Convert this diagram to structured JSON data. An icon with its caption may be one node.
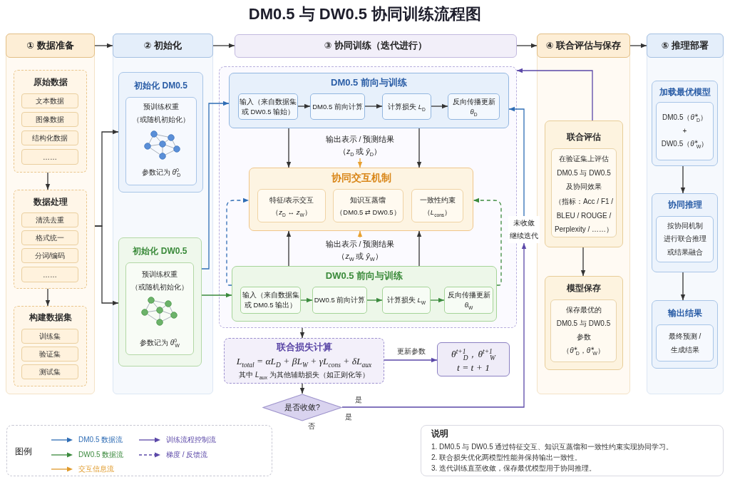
{
  "diagram": {
    "title": "DM0.5 与 DW0.5 协同训练流程图",
    "nodes": [
      {
        "text": [
          "① 数据准备"
        ]
      },
      {
        "text": [
          "原始数据"
        ],
        "in": 0
      },
      {
        "text": [
          "文本数据"
        ],
        "in": 1
      },
      {
        "text": [
          "图像数据"
        ],
        "in": 1
      },
      {
        "text": [
          "结构化数据"
        ],
        "in": 1
      },
      {
        "text": [
          "……"
        ],
        "in": 1
      },
      {
        "text": [
          "数据处理"
        ],
        "in": 0
      },
      {
        "text": [
          "清洗去重"
        ],
        "in": 6
      },
      {
        "text": [
          "格式统一"
        ],
        "in": 6
      },
      {
        "text": [
          "分词/编码"
        ],
        "in": 6
      },
      {
        "text": [
          "……"
        ],
        "in": 6
      },
      {
        "text": [
          "构建数据集"
        ],
        "in": 0
      },
      {
        "text": [
          "训练集"
        ],
        "in": 11
      },
      {
        "text": [
          "验证集"
        ],
        "in": 11
      },
      {
        "text": [
          "测试集"
        ],
        "in": 11
      },
      {
        "text": [
          "② 初始化"
        ]
      },
      {
        "text": [
          "初始化 DM0.5"
        ],
        "in": 15
      },
      {
        "text": [
          "预训练权重（或随机初始化）",
          "参数记为 *θ*$^{0}$$_{D}$"
        ],
        "in": 16
      },
      {
        "text": [
          "初始化 DW0.5"
        ],
        "in": 15
      },
      {
        "text": [
          "预训练权重（或随机初始化）",
          "参数记为 *θ*$^{0}$$_{W}$"
        ],
        "in": 18
      },
      {
        "text": [
          "③ 协同训练（迭代进行）"
        ]
      },
      {
        "text": [],
        "shape": "box"
      },
      {
        "text": [
          "DM0.5 前向与训练"
        ],
        "in": 21
      },
      {
        "text": [
          "输入（来自数据集或 DW0.5 输始）"
        ],
        "in": 22
      },
      {
        "text": [
          "DM0.5 前向计算"
        ],
        "in": 22
      },
      {
        "text": [
          "计算损失 *L*$_{D}$"
        ],
        "in": 22
      },
      {
        "text": [
          "反向传播更新 *θ*$_{D}$"
        ],
        "in": 22
      },
      {
        "text": [
          "输出表示 / 预测结果（*z*$_{D}$ 或 *ŷ*$_{D}$）"
        ],
        "in": 21
      },
      {
        "text": [
          "协同交互机制"
        ],
        "in": 21
      },
      {
        "text": [
          "特征/表示交互（*z*$_{D}$ ↔ *z*$_{W}$）"
        ],
        "in": 28
      },
      {
        "text": [
          "知识互蒸馏（DM0.5 ⇄ DW0.5）"
        ],
        "in": 28
      },
      {
        "text": [
          "一致性约束（*L*$_{cons}$）"
        ],
        "in": 28
      },
      {
        "text": [
          "输出表示 / 预测结果（*z*$_{W}$ 或 *ŷ*$_{W}$）"
        ],
        "in": 21
      },
      {
        "text": [
          "DW0.5 前向与训练"
        ],
        "in": 21
      },
      {
        "text": [
          "输入（来自数据集或 DM0.5 输出）"
        ],
        "in": 33
      },
      {
        "text": [
          "DW0.5 前向计算"
        ],
        "in": 33
      },
      {
        "text": [
          "计算损失 *L*$_{W}$"
        ],
        "in": 33
      },
      {
        "text": [
          "反向传播更新 *θ*$_{W}$"
        ],
        "in": 33
      },
      {
        "text": [
          "未收敛继续迭代"
        ]
      },
      {
        "text": [
          "联合损失计算",
          "L$_{total}$ = αL$_{D}$ + βL$_{W}$ + γL$_{cons}$ + δL$_{aux}$",
          "其中 *L*$_{aux}$ 为其他辅助损失（如正则化等）"
        ]
      },
      {
        "text": [
          "θ$^{t+1}$$_{D}$，θ$^{t+1}$$_{W}$",
          "t = t + 1"
        ]
      },
      {
        "text": [
          "是否收敛?"
        ],
        "beside": [
          "否"
        ]
      },
      {
        "text": [
          "④ 联合评估与保存"
        ]
      },
      {
        "text": [
          "联合评估"
        ],
        "in": 42
      },
      {
        "text": [
          "在验证集上评估 DM0.5 与 DW0.5 及协同效果",
          "（指标：Acc / F1 / BLEU / ROUGE / Perplexity / ……）"
        ],
        "in": 43
      },
      {
        "text": [
          "模型保存"
        ],
        "in": 42
      },
      {
        "text": [
          "保存最优的 DM0.5 与 DW0.5 参数",
          "（*θ*$^{∗}$$_{D}$，*θ*$^{∗}$$_{W}$）"
        ],
        "in": 45
      },
      {
        "text": [
          "⑤ 推理部署"
        ]
      },
      {
        "text": [
          "加载最优模型"
        ],
        "in": 47
      },
      {
        "text": [
          "DM0.5（*θ*$^{∗}$$_{D}$）",
          "+",
          "DW0.5（*θ*$^{∗}$$_{W}$）"
        ],
        "in": 48
      },
      {
        "text": [
          "协同推理"
        ],
        "in": 47
      },
      {
        "text": [
          "按协同机制进行联合推理或结果融合"
        ],
        "in": 50
      },
      {
        "text": [
          "输出结果"
        ],
        "in": 47
      },
      {
        "text": [
          "最终预测 / 生成结果"
        ],
        "in": 52
      },
      {
        "text": [
          "说明",
          "1. DM0.5 与 DW0.5 通过特征交互、知识互蒸馏和一致性约束实现协同学习。",
          "2. 联合损失优化两模型性能并保持输出一致性。",
          "3. 迭代训练直至收敛，保存最优模型用于协同推理。"
        ]
      }
    ],
    "edges": [
      {
        "from": 0,
        "to": 15,
        "arrow": "to"
      },
      {
        "from": 15,
        "to": 20,
        "arrow": "to"
      },
      {
        "from": 20,
        "to": 42,
        "arrow": "to"
      },
      {
        "from": 42,
        "to": 47,
        "arrow": "to"
      },
      {
        "from": 1,
        "to": 6,
        "arrow": "to"
      },
      {
        "from": 6,
        "to": 11,
        "arrow": "to"
      },
      {
        "from": 0,
        "to": 16,
        "arrow": "to"
      },
      {
        "from": 0,
        "to": 18,
        "arrow": "to"
      },
      {
        "from": 18,
        "to": 22,
        "arrow": "to",
        "color": "#2f6db5"
      },
      {
        "from": 18,
        "to": 33,
        "arrow": "to",
        "color": "#3b8a3d"
      },
      {
        "from": 23,
        "to": 24,
        "arrow": "to"
      },
      {
        "from": 24,
        "to": 25,
        "arrow": "to"
      },
      {
        "from": 25,
        "to": 26,
        "arrow": "to"
      },
      {
        "from": 34,
        "to": 35,
        "arrow": "to",
        "color": "#3b8a3d"
      },
      {
        "from": 35,
        "to": 36,
        "arrow": "to",
        "color": "#3b8a3d"
      },
      {
        "from": 36,
        "to": 37,
        "arrow": "to",
        "color": "#3b8a3d"
      },
      {
        "from": 22,
        "to": 28,
        "arrow": "to"
      },
      {
        "from": 22,
        "to": 28,
        "arrow": "to"
      },
      {
        "from": 27,
        "to": 28,
        "arrow": "to",
        "color": "#e8a030"
      },
      {
        "from": 33,
        "to": 28,
        "arrow": "to"
      },
      {
        "from": 33,
        "to": 28,
        "arrow": "to"
      },
      {
        "from": 32,
        "to": 28,
        "arrow": "to",
        "color": "#e8a030"
      },
      {
        "from": 33,
        "to": 28,
        "arrow": "to",
        "style": "dashed",
        "color": "#2f6db5"
      },
      {
        "from": 33,
        "to": 28,
        "arrow": "to",
        "style": "dashed",
        "color": "#3b8a3d"
      },
      {
        "from": 21,
        "to": 39,
        "arrow": "to"
      },
      {
        "from": 39,
        "to": 40,
        "arrow": "to",
        "label": "更新参数",
        "color": "#5b48a8"
      },
      {
        "from": 39,
        "to": 41,
        "arrow": "to"
      },
      {
        "from": 41,
        "to": 38,
        "arrow": "to",
        "label": "是",
        "color": "#5b48a8"
      },
      {
        "from": 38,
        "to": 22,
        "arrow": "to",
        "color": "#2f6db5"
      },
      {
        "from": 43,
        "to": 21,
        "arrow": "to",
        "color": "#5b48a8"
      },
      {
        "from": 43,
        "to": 45,
        "arrow": "to"
      },
      {
        "from": 48,
        "to": 50,
        "arrow": "to"
      },
      {
        "from": 50,
        "to": 52,
        "arrow": "to"
      }
    ],
    "labels": [
      "是",
      "图例"
    ],
    "legend": [
      {
        "text": "DM0.5 数据流"
      },
      {
        "text": "训练流程控制流"
      },
      {
        "text": "DW0.5 数据流"
      },
      {
        "text": "梯度 / 反馈流"
      },
      {
        "text": "交互信息流"
      }
    ]
  }
}
